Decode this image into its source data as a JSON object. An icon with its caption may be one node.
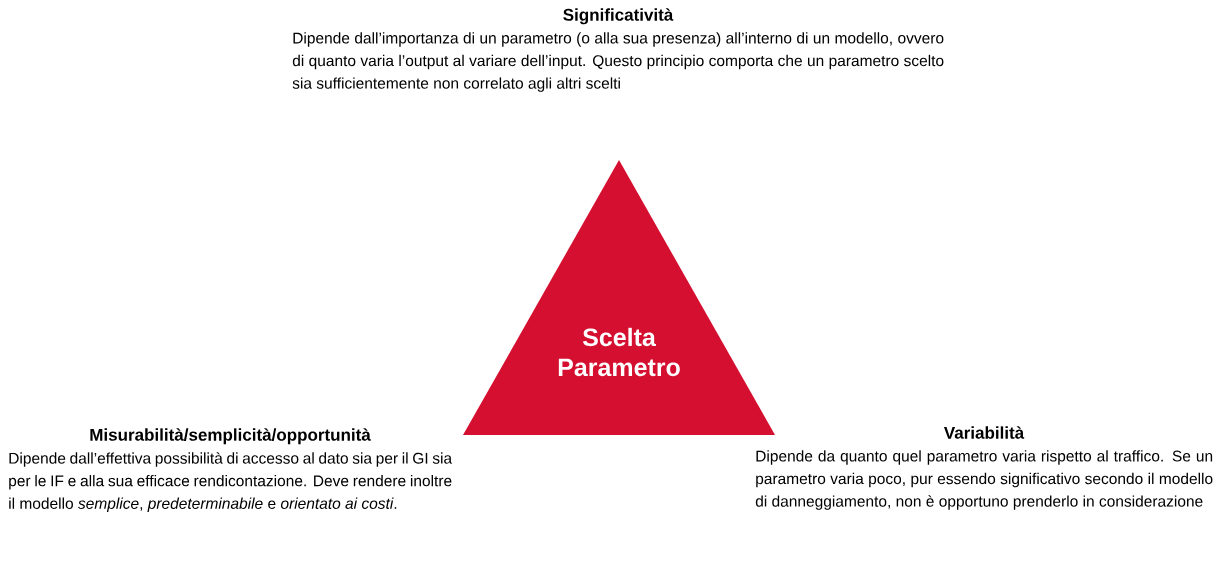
{
  "diagram": {
    "nodes": [
      {
        "text": [
          "Scelta Parametro"
        ]
      }
    ],
    "labels": [
      "Significatività",
      "Dipende dall’importanza di un parametro (o alla sua presenza) all’interno di un modello, ovvero di quanto varia l’output al variare dell’input. Questo principio comporta che un parametro scelto sia sufficientemente non correlato agli altri scelti",
      "Misurabilità/semplicità/opportunità",
      "Dipende dall’effettiva possibilità di accesso al dato sia per il GI sia per le IF e alla sua efficace rendicontazione. Deve rendere inoltre il modello *semplice*, *predeterminabile* e *orientato ai costi*.",
      "Variabilità",
      "Dipende da quanto quel parametro varia rispetto al traffico. Se un parametro varia poco, pur essendo significativo secondo il modello di danneggiamento, non è opportuno prenderlo in considerazione"
    ]
  }
}
